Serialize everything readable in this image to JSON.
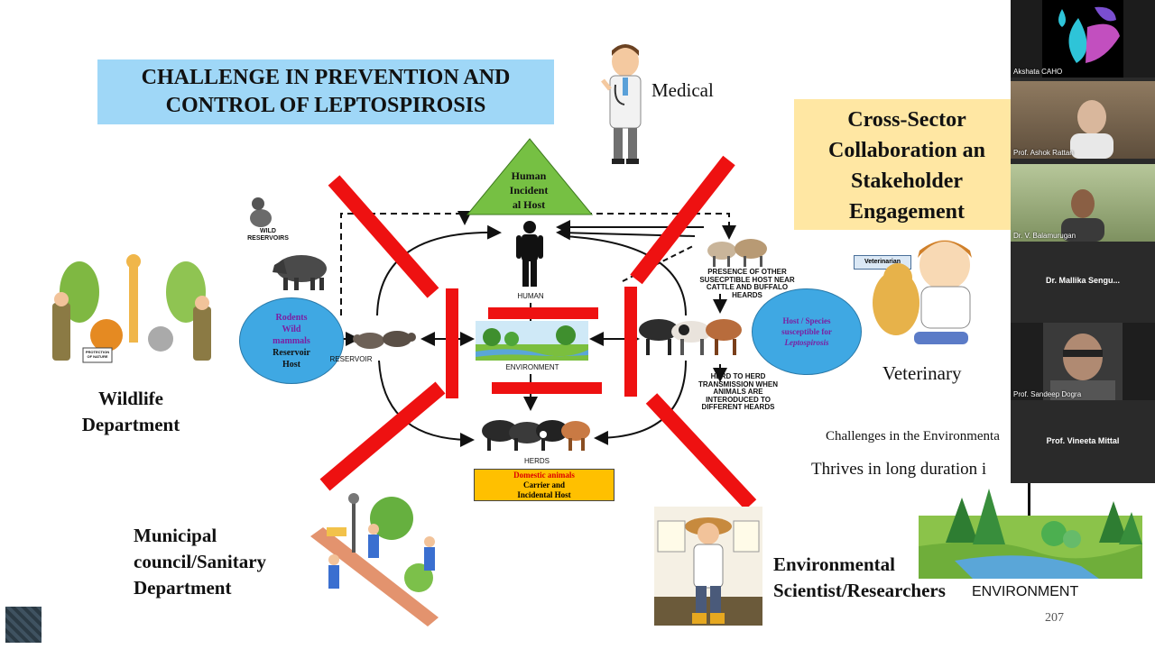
{
  "slide": {
    "title_line1": "CHALLENGE IN PREVENTION AND",
    "title_line2": "CONTROL OF LEPTOSPIROSIS",
    "medical": "Medical",
    "cross_sector": [
      "Cross-Sector",
      "Collaboration an",
      "Stakeholder",
      "Engagement"
    ],
    "human_host": [
      "Human",
      "Incident",
      "al Host"
    ],
    "wild_reservoirs": [
      "WILD",
      "RESERVOIRS"
    ],
    "reservoir_host": {
      "line1": "Rodents",
      "line2": "Wild",
      "line3": "mammals",
      "line4": "Reservoir",
      "line5": "Host"
    },
    "reservoir_label": "RESERVOIR",
    "human_label": "HUMAN",
    "environment_label": "ENVIRONMENT",
    "herds_label": "HERDS",
    "presence_note": [
      "PRESENCE OF OTHER",
      "SUSECPTIBLE HOST NEAR",
      "CATTLE AND BUFFALO",
      "HEARDS"
    ],
    "herd_note": [
      "HERD TO HERD",
      "TRANSMISSION WHEN",
      "ANIMALS ARE",
      "INTERODUCED TO",
      "DIFFERENT HEARDS"
    ],
    "susceptible_host": {
      "line1": "Host / Species",
      "line2": "susceptible for",
      "line3": "Leptospirosis"
    },
    "domestic": {
      "line1": "Domestic animals",
      "line2": "Carrier and",
      "line3": "Incidental Host"
    },
    "veterinarian_tag": "Veterinarian",
    "veterinary": "Veterinary",
    "wildlife": [
      "Wildlife",
      "Department"
    ],
    "protection_sign": [
      "PROTECTION",
      "OF NATURE"
    ],
    "municipal": [
      "Municipal",
      "council/Sanitary",
      "Department"
    ],
    "env_scientist": [
      "Environmental",
      "Scientist/Researchers"
    ],
    "env_challenges": "Challenges in the Environmenta",
    "thrives": "Thrives in long duration i",
    "environment_caption": "ENVIRONMENT",
    "page_number": "207"
  },
  "participants": [
    {
      "name": "Akshata CAHO"
    },
    {
      "name": "Prof. Ashok Rattan"
    },
    {
      "name": "Dr. V. Balamurugan"
    },
    {
      "name": "Dr. Mallika Sengu..."
    },
    {
      "name": "Prof. Sandeep Dogra"
    },
    {
      "name": "Prof. Vineeta Mittal"
    }
  ],
  "colors": {
    "cross_red": "#ee1111",
    "title_bg": "#9fd7f7",
    "cross_bg": "#ffe7a3",
    "triangle": "#76c043",
    "ellipse": "#3fa8e3",
    "domestic_bg": "#ffc000"
  }
}
